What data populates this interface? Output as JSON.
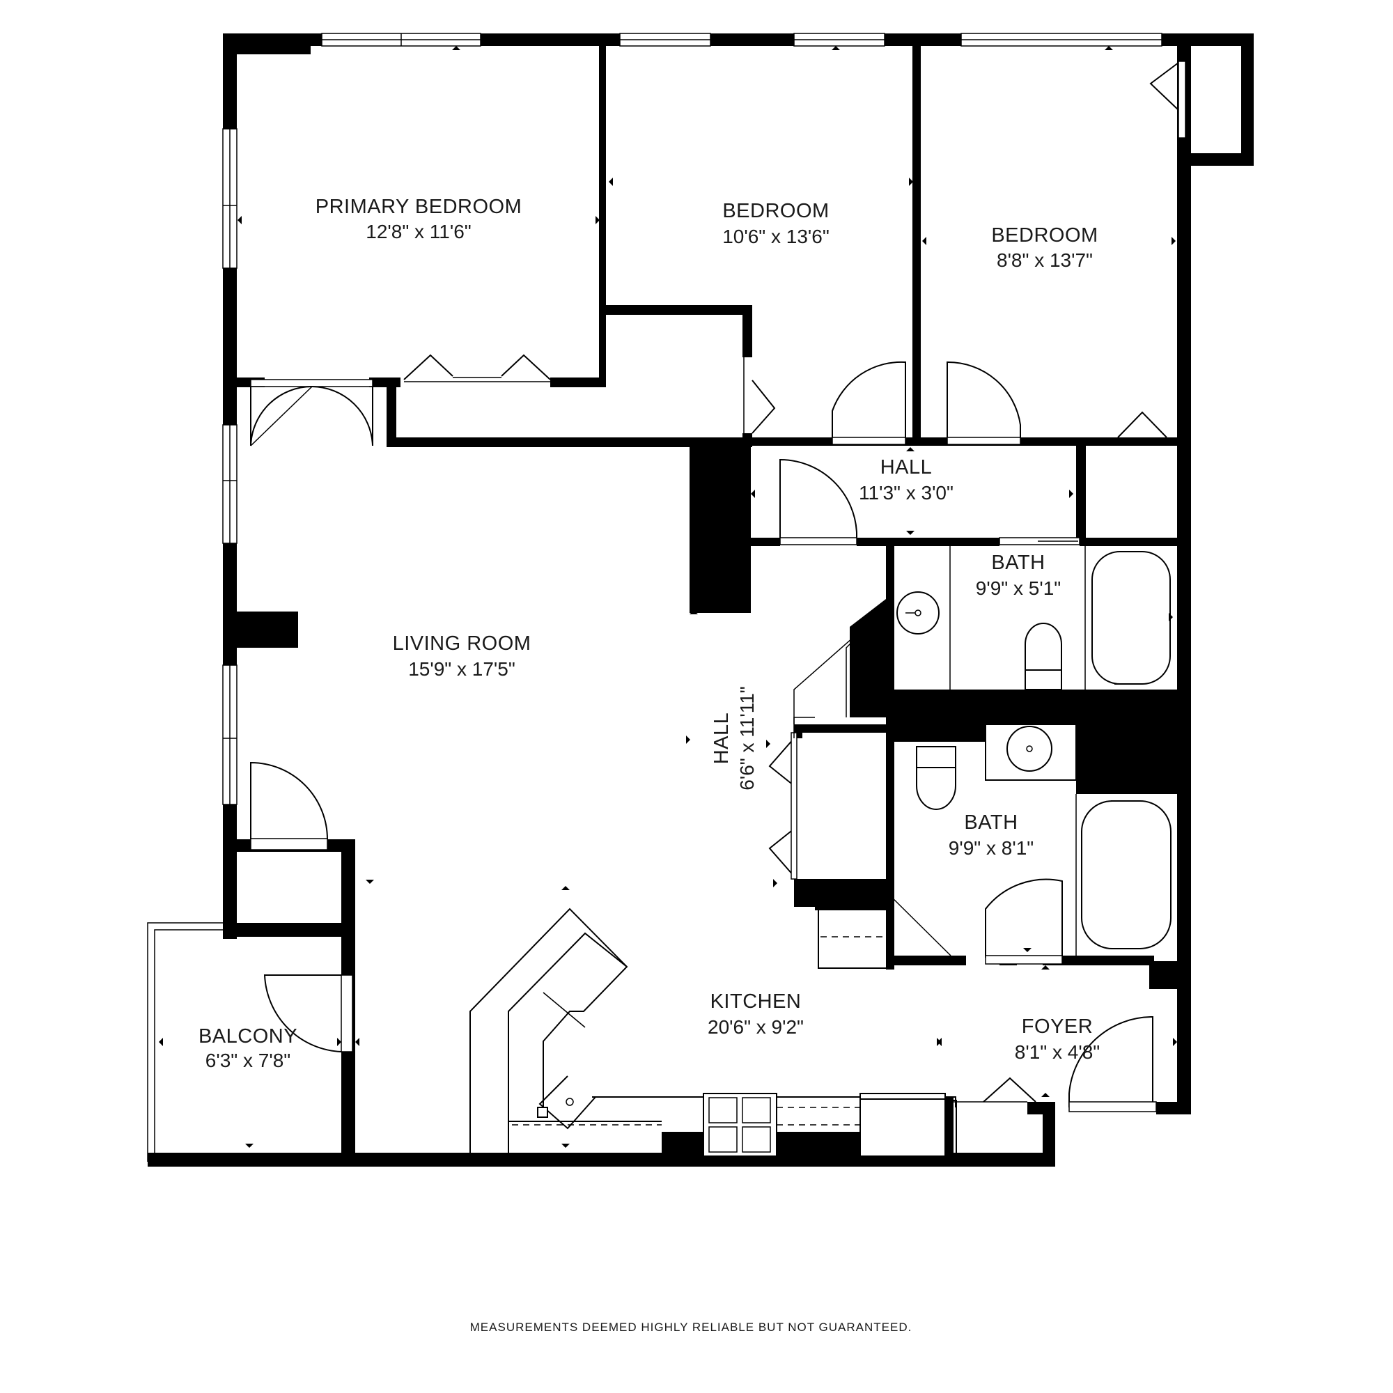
{
  "rooms": {
    "primary_bedroom": {
      "name": "PRIMARY BEDROOM",
      "dims": "12'8\" x 11'6\""
    },
    "bedroom_2": {
      "name": "BEDROOM",
      "dims": "10'6\" x 13'6\""
    },
    "bedroom_3": {
      "name": "BEDROOM",
      "dims": "8'8\" x 13'7\""
    },
    "hall_upper": {
      "name": "HALL",
      "dims": "11'3\" x 3'0\""
    },
    "bath_upper": {
      "name": "BATH",
      "dims": "9'9\" x 5'1\""
    },
    "living_room": {
      "name": "LIVING ROOM",
      "dims": "15'9\" x 17'5\""
    },
    "hall_vertical": {
      "name": "HALL",
      "dims": "6'6\" x 11'11\""
    },
    "bath_lower": {
      "name": "BATH",
      "dims": "9'9\" x 8'1\""
    },
    "kitchen": {
      "name": "KITCHEN",
      "dims": "20'6\" x 9'2\""
    },
    "foyer": {
      "name": "FOYER",
      "dims": "8'1\" x 4'8\""
    },
    "balcony": {
      "name": "BALCONY",
      "dims": "6'3\" x 7'8\""
    }
  },
  "disclaimer": "MEASUREMENTS DEEMED HIGHLY RELIABLE BUT NOT GUARANTEED."
}
